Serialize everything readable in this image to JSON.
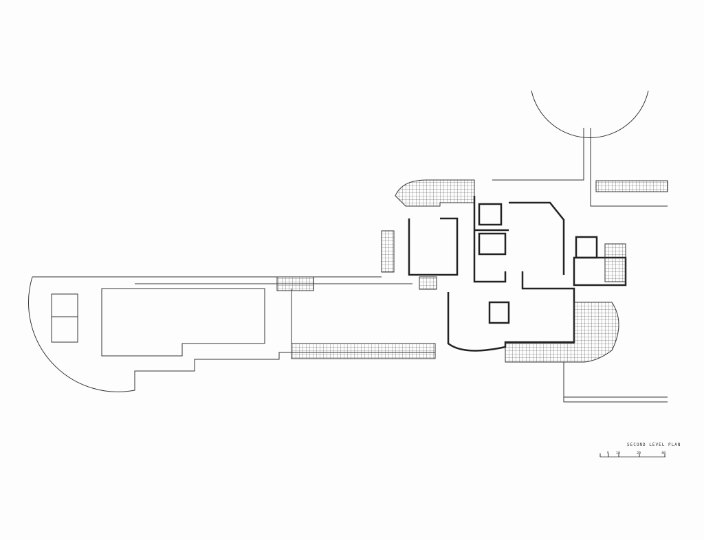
{
  "title": "SECOND LEVEL PLAN",
  "scale_bar": {
    "ticks": [
      "5",
      "10",
      "20",
      "40"
    ]
  }
}
